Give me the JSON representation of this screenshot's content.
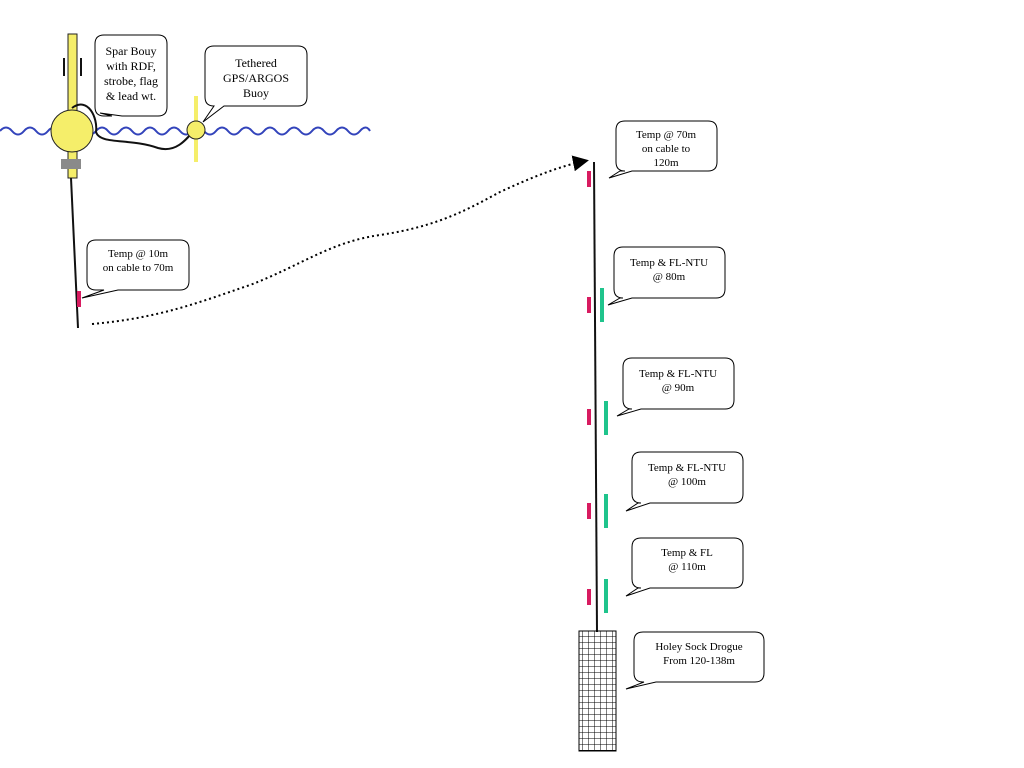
{
  "colors": {
    "water": "#3344bb",
    "buoy_yellow": "#f5ee6a",
    "buoy_outline": "#222222",
    "temp_sensor": "#d81b60",
    "fl_sensor": "#1fc48c",
    "tether": "#111111",
    "weight": "#8a8a8a",
    "callout_border": "#000000"
  },
  "icons": {
    "spar_buoy": "spar-buoy-icon",
    "gps_buoy": "gps-argos-buoy-icon",
    "drogue": "holey-sock-drogue-icon",
    "temp_sensor": "temp-sensor-icon",
    "fl_sensor": "fl-ntu-sensor-icon"
  },
  "labels": {
    "spar_buoy": [
      "Spar Bouy",
      "with RDF,",
      "strobe, flag",
      "& lead wt."
    ],
    "gps_buoy": [
      "Tethered",
      "GPS/ARGOS",
      "Buoy"
    ],
    "temp_10m": [
      "Temp @ 10m",
      "on cable to 70m"
    ],
    "temp_70m": [
      "Temp @ 70m",
      "on cable to",
      "120m"
    ],
    "sensor_80m": [
      "Temp & FL-NTU",
      "@ 80m"
    ],
    "sensor_90m": [
      "Temp & FL-NTU",
      "@ 90m"
    ],
    "sensor_100m": [
      "Temp & FL-NTU",
      "@ 100m"
    ],
    "sensor_110m": [
      "Temp & FL",
      "@ 110m"
    ],
    "drogue": [
      "Holey Sock Drogue",
      "From 120-138m"
    ]
  }
}
